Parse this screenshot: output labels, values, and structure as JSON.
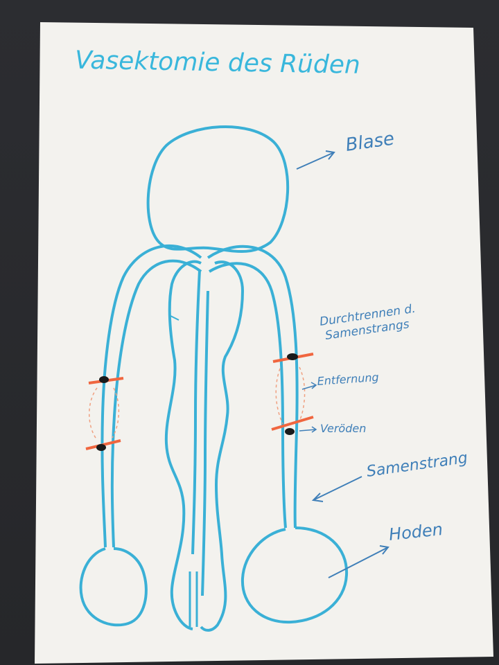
{
  "title": "Vasektomie des Rüden",
  "labels": {
    "blase": "Blase",
    "durchtrennen_line1": "Durchtrennen d.",
    "durchtrennen_line2": "Samenstrangs",
    "entfernung": "Entfernung",
    "veroeden": "Veröden",
    "samenstrang": "Samenstrang",
    "hoden": "Hoden"
  },
  "colors": {
    "outline": "#3ab0d6",
    "ligature": "#f0663f",
    "knot": "#1a1a1a",
    "label_ink": "#3f7fb8",
    "paper": "#f4f3ef",
    "background": "#2a2b2f"
  }
}
